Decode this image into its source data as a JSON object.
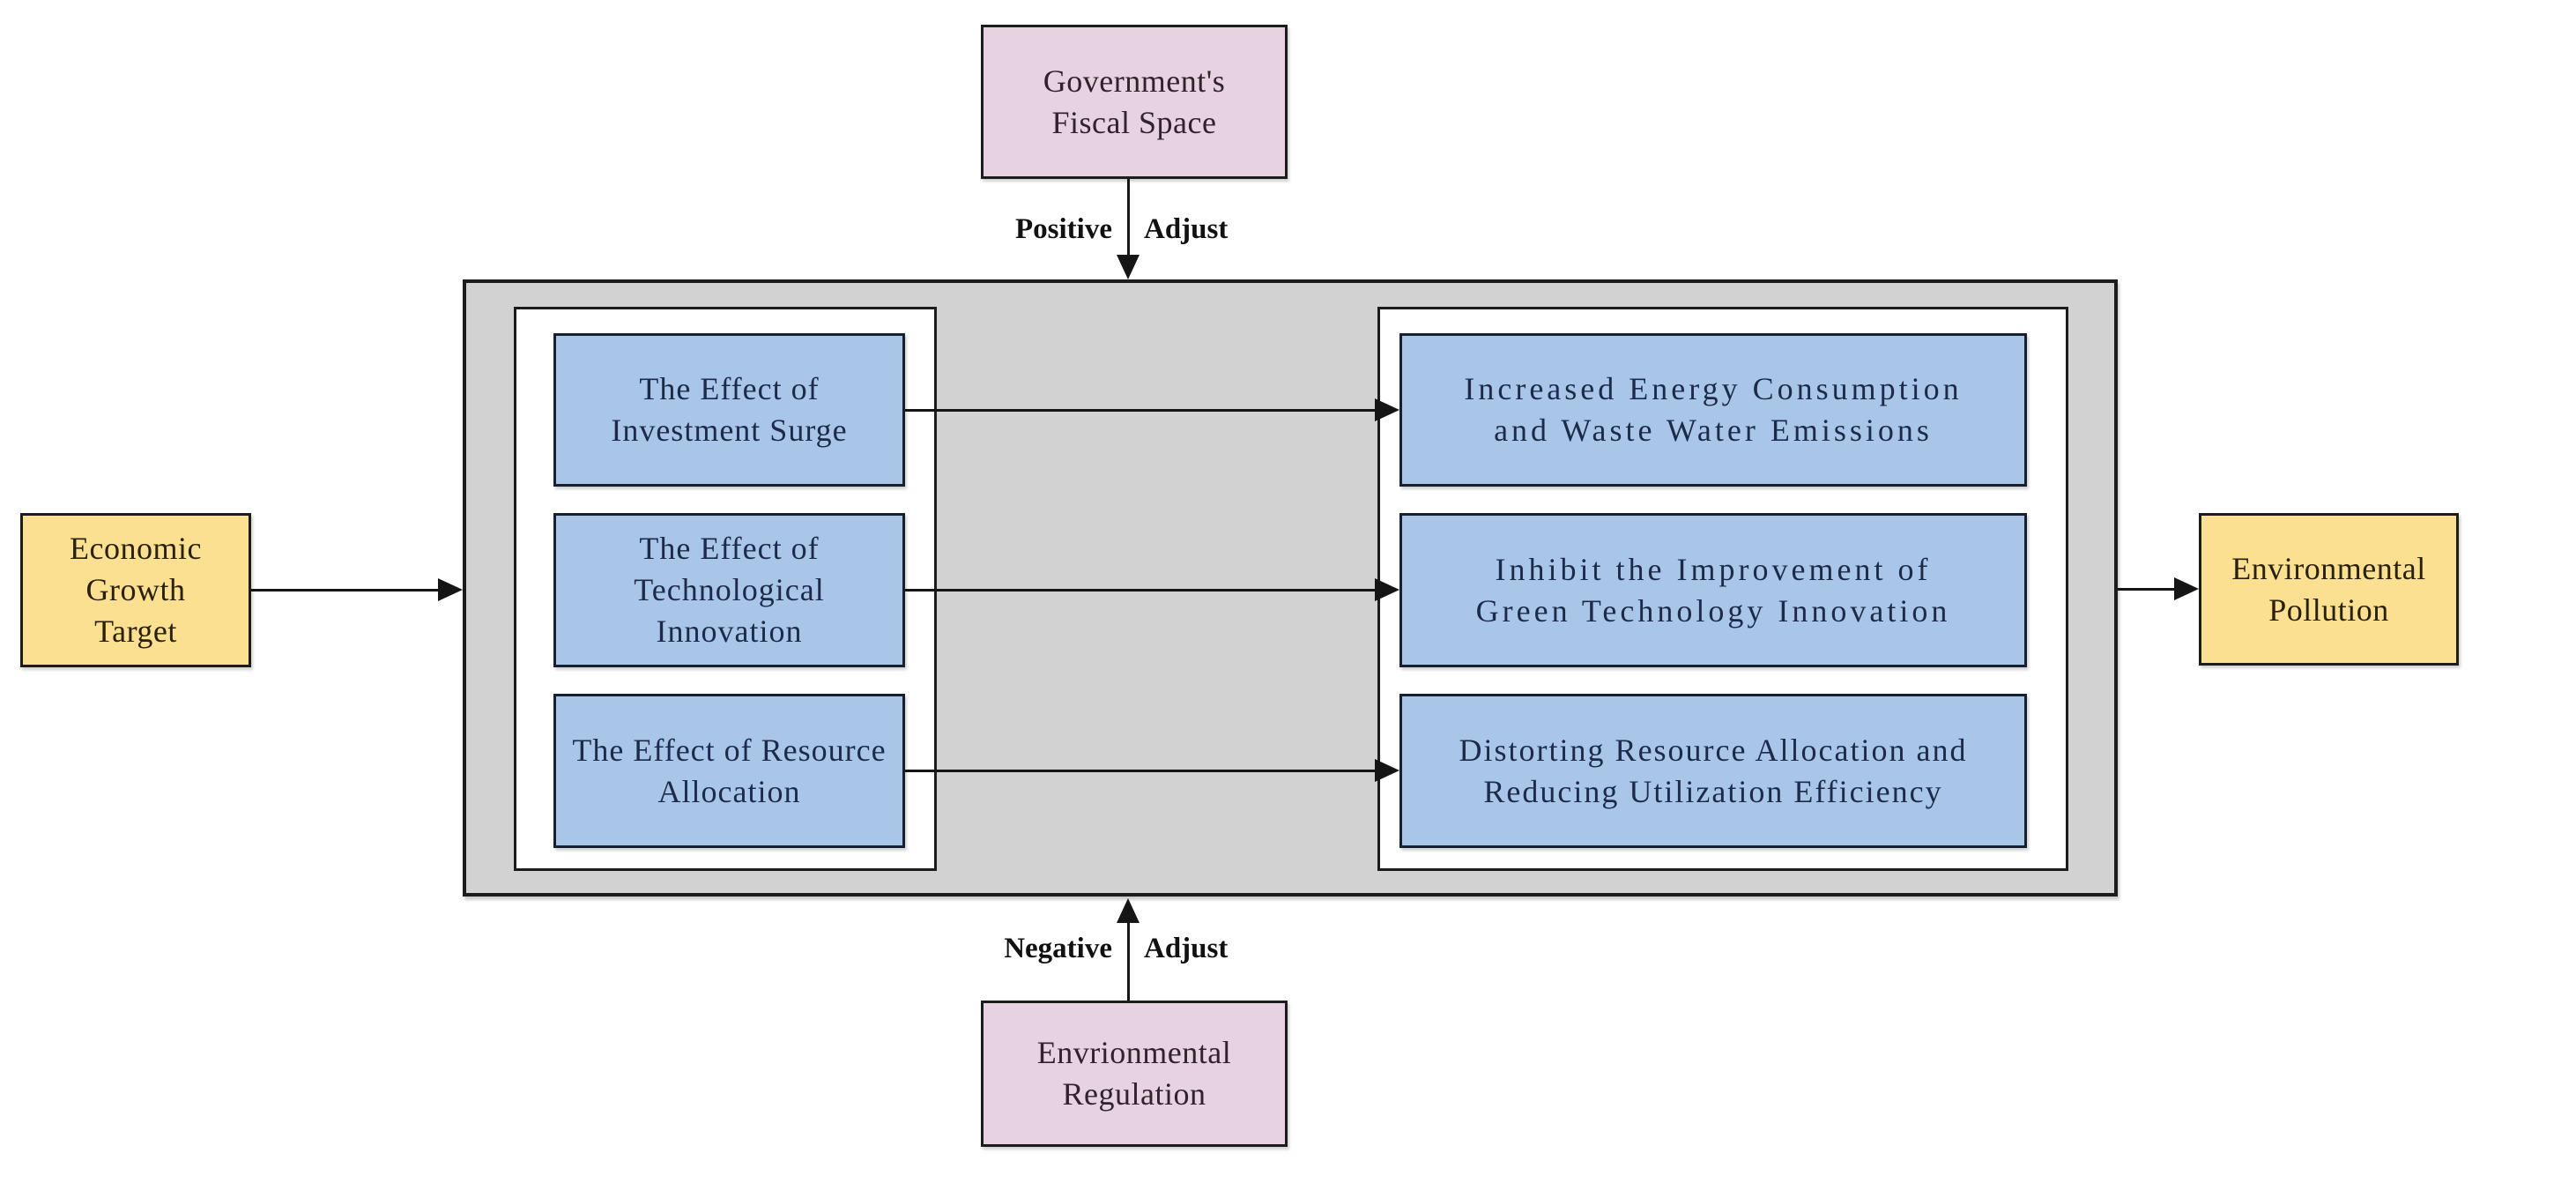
{
  "title": "Mechanism diagram: Economic Growth Target and Environmental Pollution",
  "colors": {
    "node_pink": "#e6d2e0",
    "node_yellow": "#fbe091",
    "node_blue": "#a9c6e8",
    "panel_gray": "#d2d2d2",
    "panel_white": "#ffffff",
    "border_dark": "#1c1c1c",
    "blue_text": "#1c2b4a",
    "arrow_black": "#151515"
  },
  "nodes": {
    "fiscal_space": "Government's\nFiscal Space",
    "economic_growth_target": "Economic Growth\nTarget",
    "environmental_pollution": "Environmental\nPollution",
    "environmental_regulation": "Envrionmental\nRegulation"
  },
  "mechanisms": [
    {
      "label": "The Effect of\nInvestment Surge"
    },
    {
      "label": "The Effect of\nTechnological\nInnovation"
    },
    {
      "label": "The Effect of Resource\nAllocation"
    }
  ],
  "outcomes": [
    {
      "label": "Increased Energy Consumption\nand Waste Water Emissions"
    },
    {
      "label": "Inhibit the Improvement of\nGreen Technology Innovation"
    },
    {
      "label": "Distorting Resource Allocation and\nReducing Utilization Efficiency"
    }
  ],
  "arrow_labels": {
    "top_left": "Positive",
    "top_right": "Adjust",
    "bottom_left": "Negative",
    "bottom_right": "Adjust"
  }
}
